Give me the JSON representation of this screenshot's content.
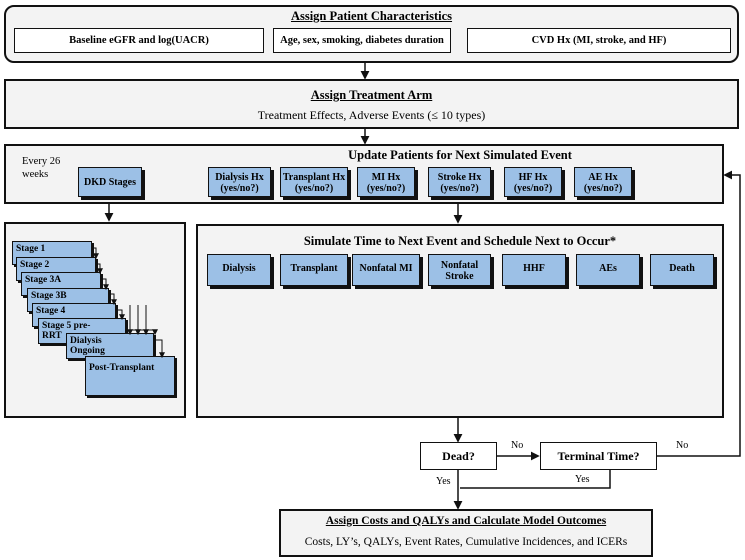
{
  "characteristics": {
    "title": "Assign Patient Characteristics",
    "items": [
      "Baseline eGFR and  log(UACR)",
      "Age, sex, smoking, diabetes duration",
      "CVD Hx (MI, stroke, and HF)"
    ]
  },
  "treatment": {
    "title": "Assign Treatment Arm",
    "subtitle": "Treatment Effects, Adverse Events (≤ 10 types)"
  },
  "update": {
    "title": "Update Patients for Next Simulated Event",
    "every": "Every 26\nweeks",
    "dkd": "DKD Stages",
    "history": [
      "Dialysis Hx\n(yes/no?)",
      "Transplant Hx\n(yes/no?)",
      "MI Hx\n(yes/no?)",
      "Stroke Hx\n(yes/no?)",
      "HF Hx\n(yes/no?)",
      "AE Hx\n(yes/no?)"
    ]
  },
  "stages": [
    "Stage 1",
    "Stage 2",
    "Stage 3A",
    "Stage 3B",
    "Stage 4",
    "Stage 5 pre-\nRRT",
    "Dialysis\nOngoing",
    "Post-Transplant"
  ],
  "simulate": {
    "title": "Simulate Time to Next Event and Schedule Next to Occur*",
    "events": [
      "Dialysis",
      "Transplant",
      "Nonfatal MI",
      "Nonfatal\nStroke",
      "HHF",
      "AEs",
      "Death"
    ]
  },
  "decisions": {
    "dead": "Dead?",
    "terminal": "Terminal Time?",
    "no1": "No",
    "no2": "No",
    "yes1": "Yes",
    "yes2": "Yes"
  },
  "outcomes": {
    "title": "Assign Costs and QALYs and Calculate Model Outcomes",
    "subtitle": "Costs, LY’s, QALYs, Event Rates, Cumulative Incidences, and ICERs"
  },
  "colors": {
    "box_fill": "#f3f3f3",
    "blue_fill": "#9cc0e6",
    "stroke": "#111111"
  }
}
